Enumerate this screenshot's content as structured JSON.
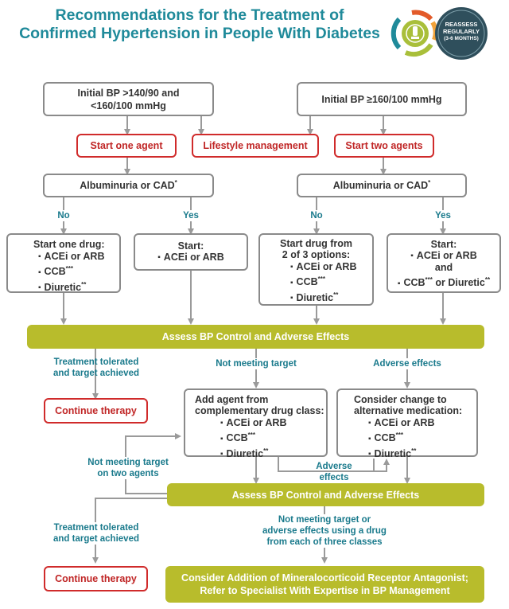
{
  "title": {
    "line1": "Recommendations for the Treatment of",
    "line2": "Confirmed Hypertension in People With Diabetes"
  },
  "badge": {
    "line1": "REASSESS",
    "line2": "REGULARLY",
    "line3": "(3-6 MONTHS)",
    "colors": {
      "dark": "#2f4f5c",
      "ring": [
        "#e35b2a",
        "#f2a33a",
        "#a9bf3a",
        "#1f8a9a"
      ]
    }
  },
  "initial": {
    "left": {
      "line1": "Initial BP >140/90 and",
      "line2": "<160/100 mmHg"
    },
    "right": "Initial BP ≥160/100 mmHg"
  },
  "actions": {
    "start_one": "Start one agent",
    "lifestyle": "Lifestyle management",
    "start_two": "Start two agents"
  },
  "albuminuria": {
    "label": "Albuminuria or CAD",
    "mark": "*"
  },
  "branch": {
    "no": "No",
    "yes": "Yes"
  },
  "drugs": {
    "acei": "ACEi or ARB",
    "ccb": "CCB",
    "ccb_mark": "***",
    "diuretic": "Diuretic",
    "diuretic_mark": "**",
    "and": "and",
    "or_diuretic": " or Diuretic"
  },
  "boxes": {
    "start_one_drug": "Start one drug:",
    "start": "Start:",
    "start_from_line1": "Start drug from",
    "start_from_line2": "2 of 3 options:",
    "add_agent_line1": "Add agent from",
    "add_agent_line2": "complementary drug class:",
    "consider_line1": "Consider change to",
    "consider_line2": "alternative medication:"
  },
  "assess": "Assess BP Control and Adverse Effects",
  "outcomes": {
    "tolerated_line1": "Treatment tolerated",
    "tolerated_line2": "and target achieved",
    "not_meeting": "Not meeting target",
    "adverse": "Adverse effects",
    "not_meeting_two_line1": "Not meeting target",
    "not_meeting_two_line2": "on two agents",
    "adverse_line1": "Adverse",
    "adverse_line2": "effects",
    "three_line1": "Not meeting target or",
    "three_line2": "adverse effects using a drug",
    "three_line3": "from each of three classes"
  },
  "continue": "Continue therapy",
  "final": {
    "line1": "Consider Addition of Mineralocorticoid Receptor Antagonist;",
    "line2": "Refer to Specialist With Expertise in BP Management"
  },
  "colors": {
    "teal": "#1f8a9a",
    "red": "#d02b2b",
    "green": "#b8bc2c",
    "gray": "#8a8a8a"
  }
}
